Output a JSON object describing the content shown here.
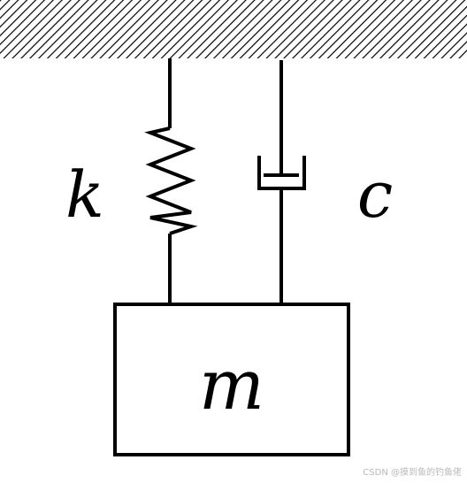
{
  "diagram": {
    "spring_label": "k",
    "damper_label": "c",
    "mass_label": "m"
  },
  "watermark": {
    "text": "CSDN @摸到鱼的钓鱼佬"
  },
  "colors": {
    "ink": "#000000",
    "background": "#ffffff",
    "watermark": "#b8b8b8"
  }
}
